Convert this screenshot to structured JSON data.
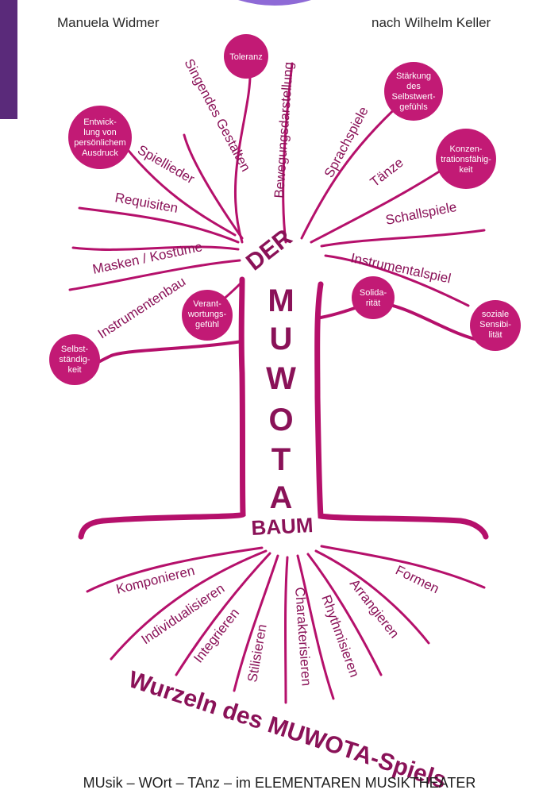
{
  "header": {
    "author_left": "Manuela Widmer",
    "author_right": "nach Wilhelm Keller"
  },
  "tree": {
    "der": "DER",
    "muwota_letters": [
      "M",
      "U",
      "W",
      "O",
      "T",
      "A"
    ],
    "baum": "BAUM"
  },
  "branches": [
    "Singendes Gestalten",
    "Bewegungsdarstellung",
    "Sprachspiele",
    "Spiellieder",
    "Tänze",
    "Requisiten",
    "Schallspiele",
    "Masken / Kostüme",
    "Instrumentalspiel",
    "Instrumentenbau"
  ],
  "bubbles": [
    [
      "Toleranz"
    ],
    [
      "Stärkung",
      "des",
      "Selbstwert-",
      "gefühls"
    ],
    [
      "Entwick-",
      "lung von",
      "persönlichem",
      "Ausdruck"
    ],
    [
      "Konzen-",
      "trationsfähig-",
      "keit"
    ],
    [
      "Solida-",
      "rität"
    ],
    [
      "Verant-",
      "wortungs-",
      "gefühl"
    ],
    [
      "soziale",
      "Sensibi-",
      "lität"
    ],
    [
      "Selbst-",
      "ständig-",
      "keit"
    ]
  ],
  "roots": [
    "Komponieren",
    "Individualisieren",
    "Integrieren",
    "Stilisieren",
    "Charakterisieren",
    "Rhythmisieren",
    "Arrangieren",
    "Formen"
  ],
  "roots_title": "Wurzeln des MUWOTA-Spiels",
  "footer": "MUsik – WOrt – TAnz – im ELEMENTAREN MUSIKTHEATER",
  "colors": {
    "accent": "#b5106b",
    "bubble": "#c21a75",
    "text_accent": "#8a1258",
    "corner": "#5a2a7a"
  }
}
